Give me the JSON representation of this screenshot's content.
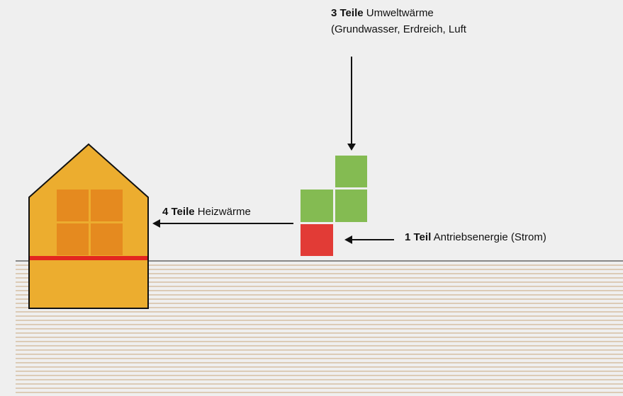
{
  "labels": {
    "ambient": {
      "bold": "3 Teile",
      "text": "Umweltwärme",
      "line2": "(Grundwasser, Erdreich, Luft"
    },
    "heat": {
      "bold": "4 Teile",
      "text": "Heizwärme"
    },
    "drive": {
      "bold": "1 Teil",
      "text": "Antriebsenergie (Strom)"
    }
  },
  "colors": {
    "background": "#efefef",
    "ground_lines": "#c9a77c",
    "house": "#ecad2f",
    "window": "#e58a1f",
    "red_band": "#e3261f",
    "green_block": "#84bb52",
    "red_block": "#e23b36",
    "outline": "#111111"
  }
}
